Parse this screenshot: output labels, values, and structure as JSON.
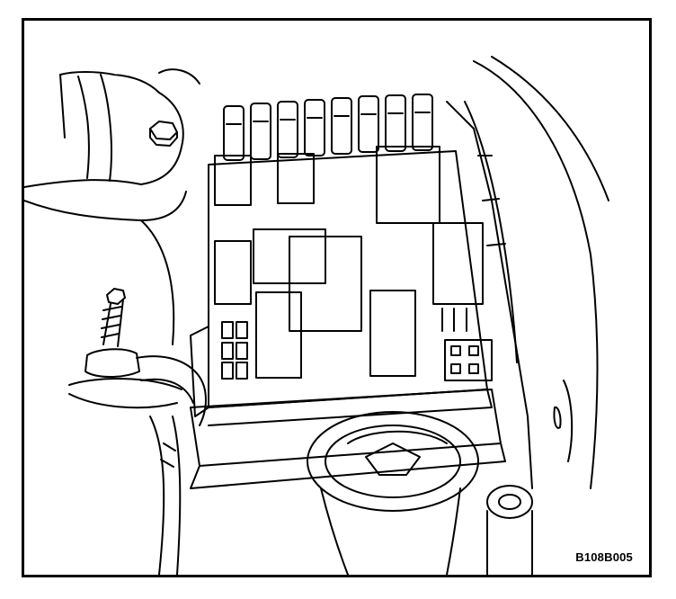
{
  "figure": {
    "code": "B108B005",
    "colors": {
      "ink": "#000000",
      "paper": "#ffffff"
    },
    "components": [
      {
        "name": "engine-compartment-fuse-relay-box"
      },
      {
        "name": "fuse-row"
      },
      {
        "name": "relay"
      },
      {
        "name": "fuse-box-cover"
      },
      {
        "name": "reservoir-cap"
      },
      {
        "name": "battery-terminal-bolt"
      },
      {
        "name": "strut-tower"
      }
    ]
  }
}
